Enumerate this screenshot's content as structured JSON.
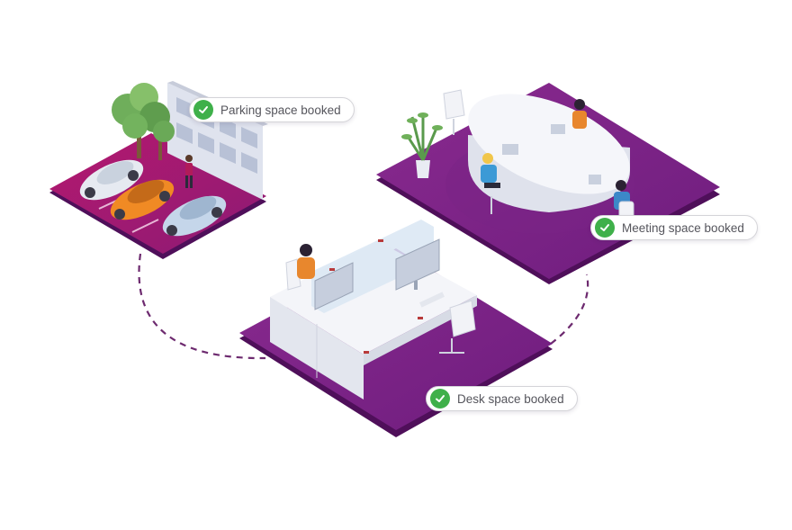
{
  "badges": {
    "parking": {
      "label": "Parking space booked",
      "status_icon": "check-icon"
    },
    "meeting": {
      "label": "Meeting space booked",
      "status_icon": "check-icon"
    },
    "desk": {
      "label": "Desk space booked",
      "status_icon": "check-icon"
    }
  },
  "colors": {
    "platform_purple": "#7b1f83",
    "platform_magenta": "#a3176c",
    "platform_edge": "#4f0f5a",
    "check_green": "#3fb04a",
    "car_orange": "#f08a24",
    "car_blue": "#b9cfe6",
    "dashed_path": "#6d2a6f"
  }
}
